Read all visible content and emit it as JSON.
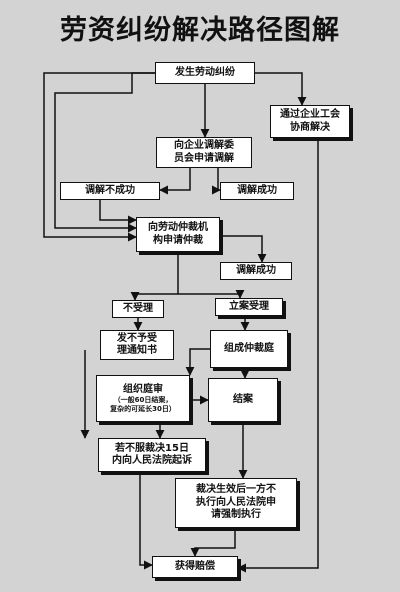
{
  "title": "劳资纠纷解决路径图解",
  "nodes": {
    "start": "发生劳动纠纷",
    "union": "通过企业工会\n协商解决",
    "mediation_committee": "向企业调解委\n员会申请调解",
    "mediation_fail": "调解不成功",
    "mediation_success": "调解成功",
    "arbitration_apply": "向劳动仲裁机\n构申请仲裁",
    "arbitration_mediation_success": "调解成功",
    "not_accepted": "不受理",
    "accepted": "立案受理",
    "notice": "发不予受\n理通知书",
    "tribunal": "组成仲裁庭",
    "hearing": "组织庭审",
    "hearing_note": "（一般60日结案，\n复杂的可延长30日）",
    "closed": "结案",
    "lawsuit": "若不服裁决15日\n内向人民法院起诉",
    "enforcement": "裁决生效后一方不\n执行向人民法院申\n请强制执行",
    "compensation": "获得赔偿"
  }
}
